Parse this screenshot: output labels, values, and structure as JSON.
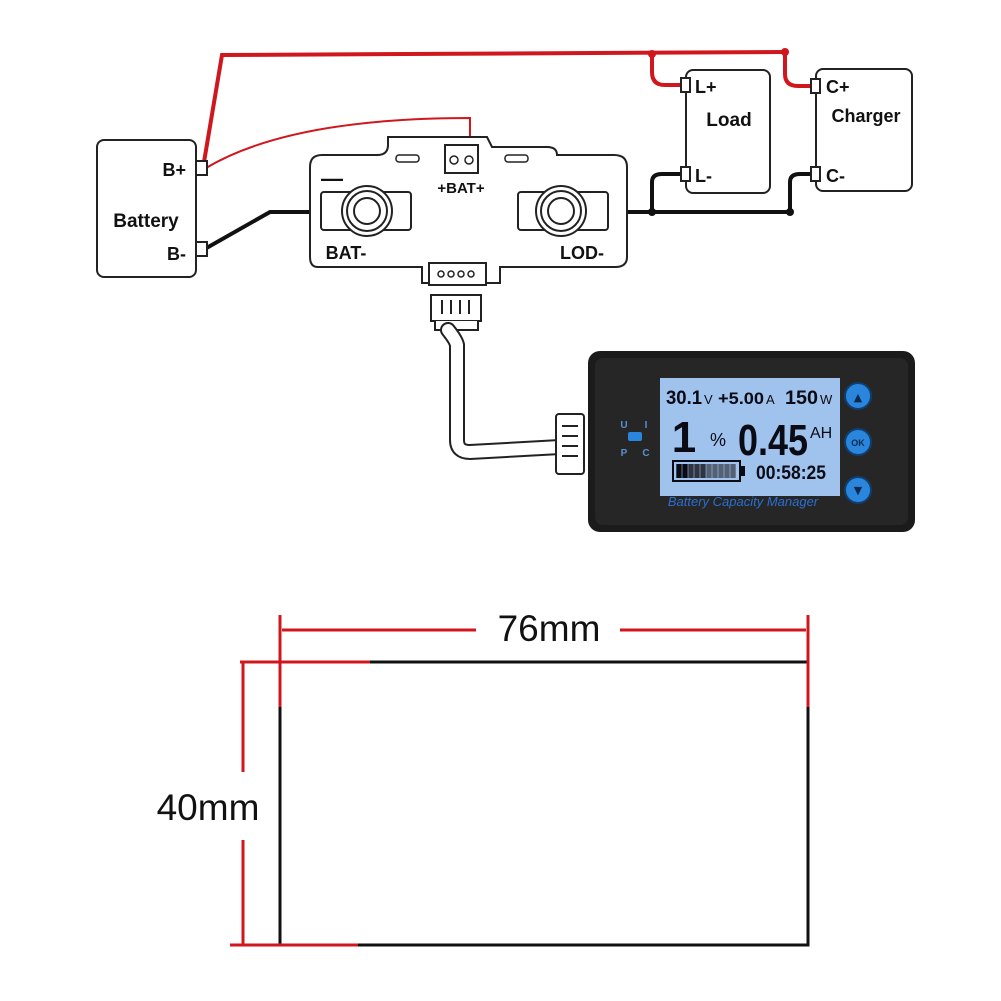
{
  "battery": {
    "title": "Battery",
    "plus": "B+",
    "minus": "B-"
  },
  "shunt": {
    "sense": "+BAT+",
    "bat_minus": "BAT-",
    "load_minus": "LOD-",
    "minus_mark": "—"
  },
  "load": {
    "title": "Load",
    "plus": "L+",
    "minus": "L-"
  },
  "charger": {
    "title": "Charger",
    "plus": "C+",
    "minus": "C-"
  },
  "meter": {
    "voltage": "30.1",
    "voltage_unit": "V",
    "current": "+5.00",
    "current_unit": "A",
    "power": "150",
    "power_unit": "W",
    "percent": "1",
    "percent_unit": "%",
    "capacity": "0.45",
    "capacity_unit": "AH",
    "time": "00:58:25",
    "brand": "Battery Capacity Manager",
    "battery_level": 0.2,
    "side_labels": [
      "U",
      "I",
      "P",
      "C"
    ],
    "buttons": [
      "▲",
      "OK",
      "▼"
    ]
  },
  "dimensions": {
    "width": "76mm",
    "height": "40mm"
  },
  "colors": {
    "wire_pos": "#d0171d",
    "wire_neg": "#111111",
    "lcd_bg": "#9fc3ec",
    "accent": "#2a86dc"
  }
}
